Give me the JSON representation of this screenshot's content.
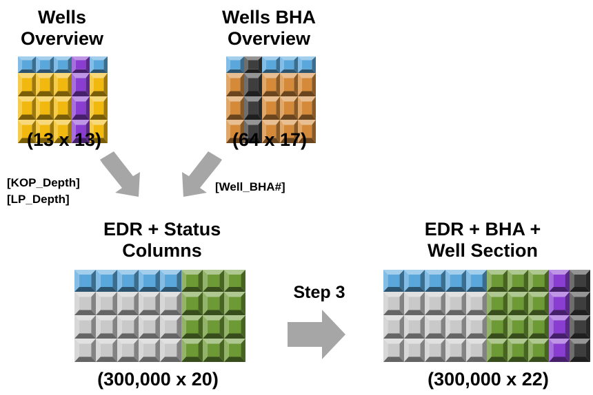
{
  "wells_overview": {
    "title_line1": "Wells",
    "title_line2": "Overview",
    "dims": "(13 x 13)",
    "header_row": [
      "blue",
      "blue",
      "blue",
      "purple",
      "blue"
    ],
    "body_row": [
      "gold",
      "gold",
      "gold",
      "purple",
      "gold"
    ],
    "body_rows_count": 3
  },
  "wells_bha_overview": {
    "title_line1": "Wells BHA",
    "title_line2": "Overview",
    "dims": "(64 x 17)",
    "header_row": [
      "blue",
      "dark",
      "blue",
      "blue",
      "blue"
    ],
    "body_row": [
      "orange",
      "dark",
      "orange",
      "orange",
      "orange"
    ],
    "body_rows_count": 3
  },
  "join_keys": {
    "left_line1": "[KOP_Depth]",
    "left_line2": "[LP_Depth]",
    "right": "[Well_BHA#]"
  },
  "edr_status": {
    "title_line1": "EDR + Status",
    "title_line2": "Columns",
    "dims": "(300,000 x 20)",
    "header_row": [
      "blue",
      "blue",
      "blue",
      "blue",
      "blue",
      "green",
      "green",
      "green"
    ],
    "body_row": [
      "silver",
      "silver",
      "silver",
      "silver",
      "silver",
      "green",
      "green",
      "green"
    ],
    "body_rows_count": 3
  },
  "step": {
    "label": "Step 3"
  },
  "edr_bha_section": {
    "title_line1": "EDR + BHA +",
    "title_line2": "Well Section",
    "dims": "(300,000 x 22)",
    "header_row": [
      "blue",
      "blue",
      "blue",
      "blue",
      "blue",
      "green",
      "green",
      "green",
      "purple",
      "dark"
    ],
    "body_row": [
      "silver",
      "silver",
      "silver",
      "silver",
      "silver",
      "green",
      "green",
      "green",
      "purple",
      "dark"
    ],
    "body_rows_count": 3
  },
  "colors": {
    "blue": "#5aa7dc",
    "gold": "#f1b90f",
    "purple": "#8a3ed1",
    "orange": "#d58a3a",
    "dark": "#3e3e3e",
    "green": "#6e9a35",
    "silver": "#c9c9c9",
    "arrow": "#a6a6a6"
  }
}
